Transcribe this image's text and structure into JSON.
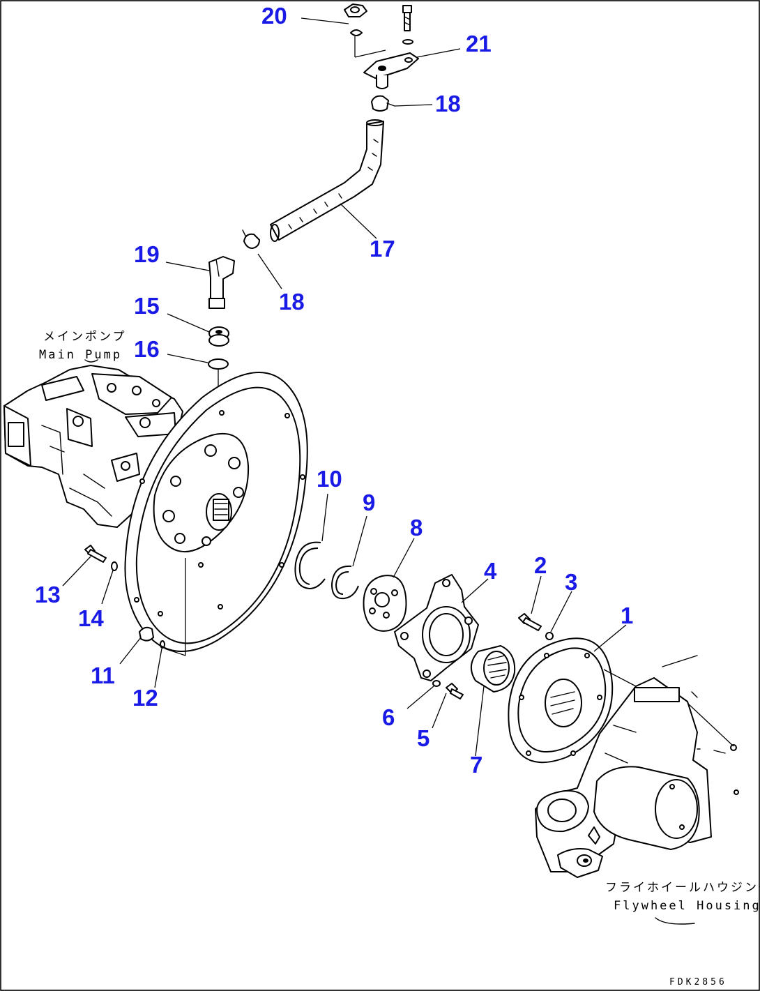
{
  "callouts": {
    "c1": "1",
    "c2": "2",
    "c3": "3",
    "c4": "4",
    "c5": "5",
    "c6": "6",
    "c7": "7",
    "c8": "8",
    "c9": "9",
    "c10": "10",
    "c11": "11",
    "c12": "12",
    "c13": "13",
    "c14": "14",
    "c15": "15",
    "c16": "16",
    "c17": "17",
    "c18a": "18",
    "c18b": "18",
    "c19": "19",
    "c20": "20",
    "c21": "21"
  },
  "captions": {
    "main_pump_jp": "メインポンプ",
    "main_pump_en": "Main Pump",
    "flywheel_jp": "フライホイールハウジング",
    "flywheel_en": "Flywheel Housing"
  },
  "figure_code": "FDK2856",
  "colors": {
    "callout": "#1a1ae6",
    "line": "#000000",
    "background": "#ffffff"
  }
}
